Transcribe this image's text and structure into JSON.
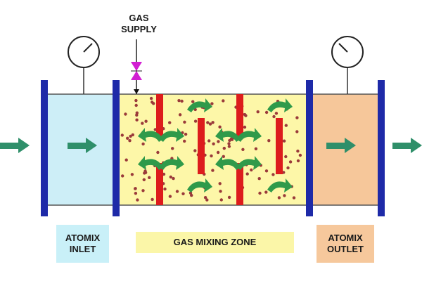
{
  "labels": {
    "gas_supply_line1": "GAS",
    "gas_supply_line2": "SUPPLY",
    "inlet_line1": "ATOMIX",
    "inlet_line2": "INLET",
    "zone": "GAS MIXING ZONE",
    "outlet_line1": "ATOMIX",
    "outlet_line2": "OUTLET"
  },
  "icons": {
    "pressure_gauge": "pressure-gauge-icon",
    "valve": "valve-icon",
    "flow_arrow": "flow-arrow-icon",
    "swirl_arrow": "swirl-arrow-icon"
  },
  "colors": {
    "inlet_fill": "#cdeef7",
    "zone_fill": "#fdf7a8",
    "outlet_fill": "#f6c79a",
    "flange": "#1e2aa8",
    "baffle": "#dd1c1c",
    "particle": "#9a3a3a",
    "flow_arrow": "#2f8f6a",
    "swirl_arrow": "#2f9a4a",
    "valve": "#d21fd2",
    "inlet_label_bg": "#c9f0f8",
    "zone_label_bg": "#fbf6a8",
    "outlet_label_bg": "#f6c89c"
  }
}
